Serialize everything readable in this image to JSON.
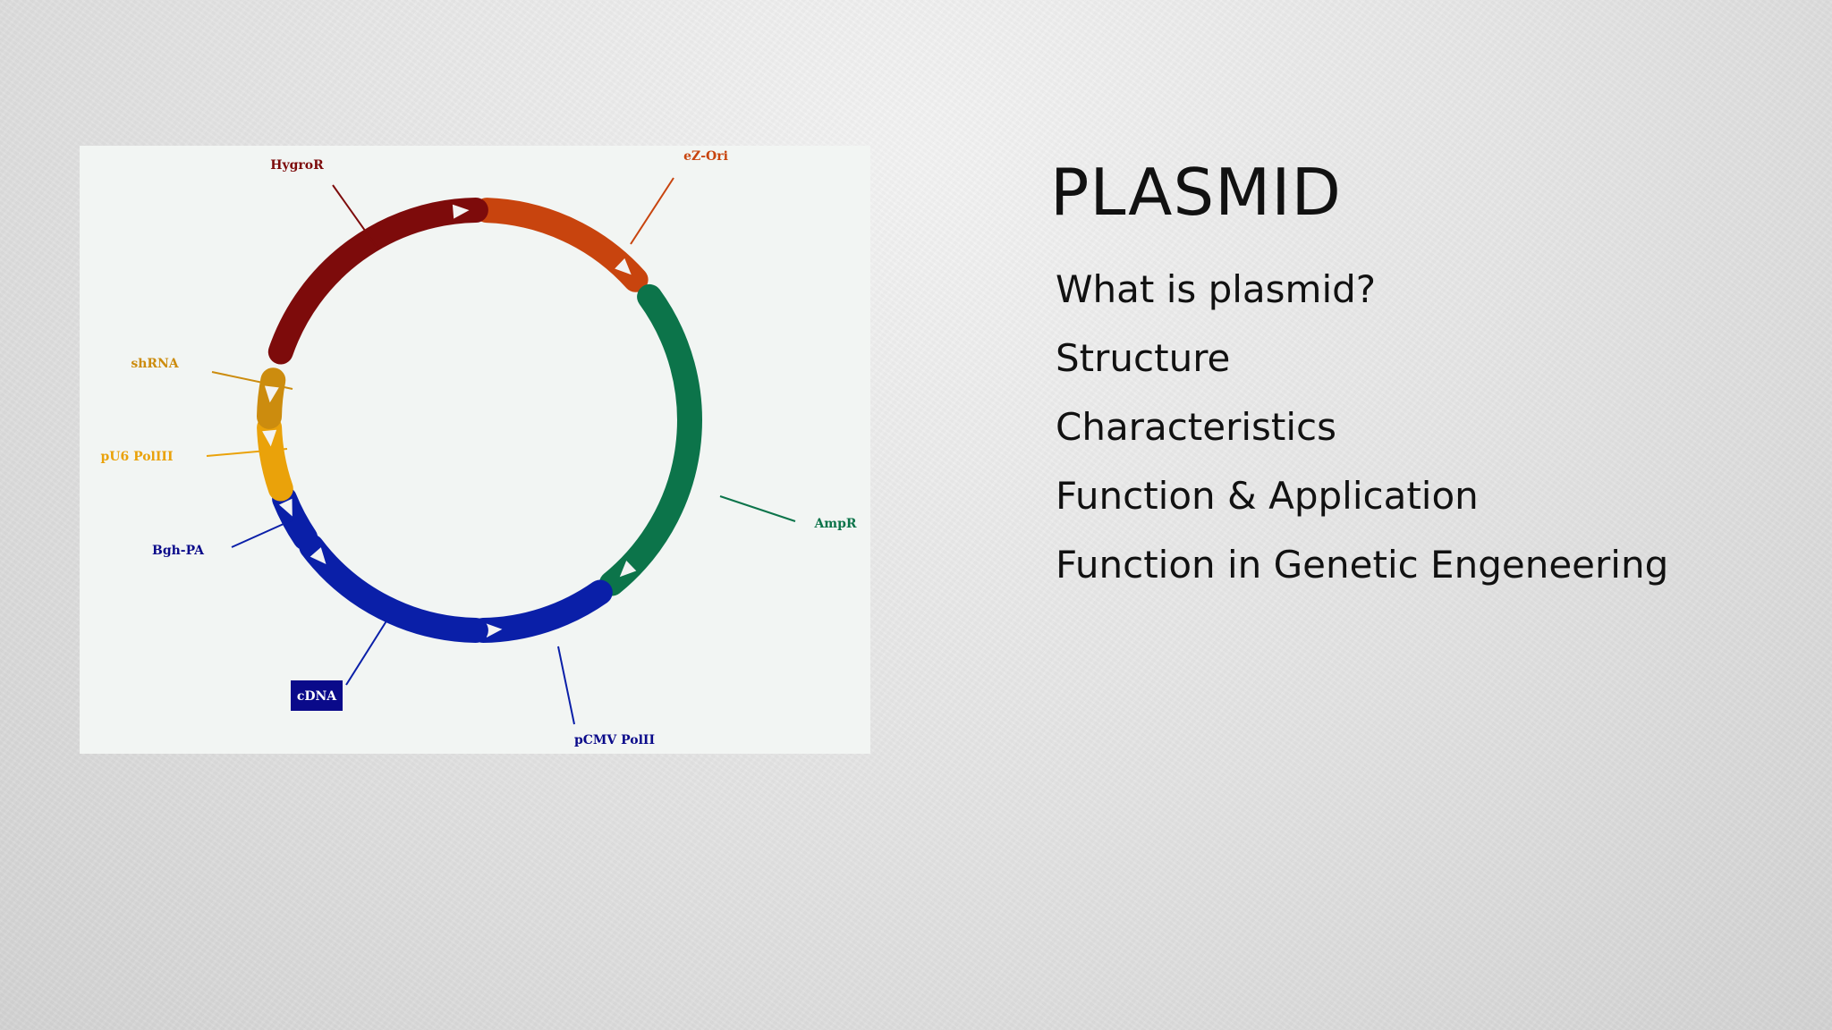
{
  "slide": {
    "title": "PLASMID",
    "topics": [
      "What is plasmid?",
      "Structure",
      "Characteristics",
      "Function & Application",
      "Function in Genetic Engeneering"
    ]
  },
  "plasmid_map": {
    "features": [
      {
        "name": "eZ-Ori",
        "color": "#c8440e"
      },
      {
        "name": "AmpR",
        "color": "#0c744a"
      },
      {
        "name": "pCMV PolII",
        "color": "#0a1fa8"
      },
      {
        "name": "cDNA",
        "color": "#0a1fa8"
      },
      {
        "name": "Bgh-PA",
        "color": "#0a1fa8"
      },
      {
        "name": "pU6 PolIII",
        "color": "#eaa20a"
      },
      {
        "name": "shRNA",
        "color": "#cc8c0e"
      },
      {
        "name": "HygroR",
        "color": "#7d0b0b"
      }
    ]
  }
}
